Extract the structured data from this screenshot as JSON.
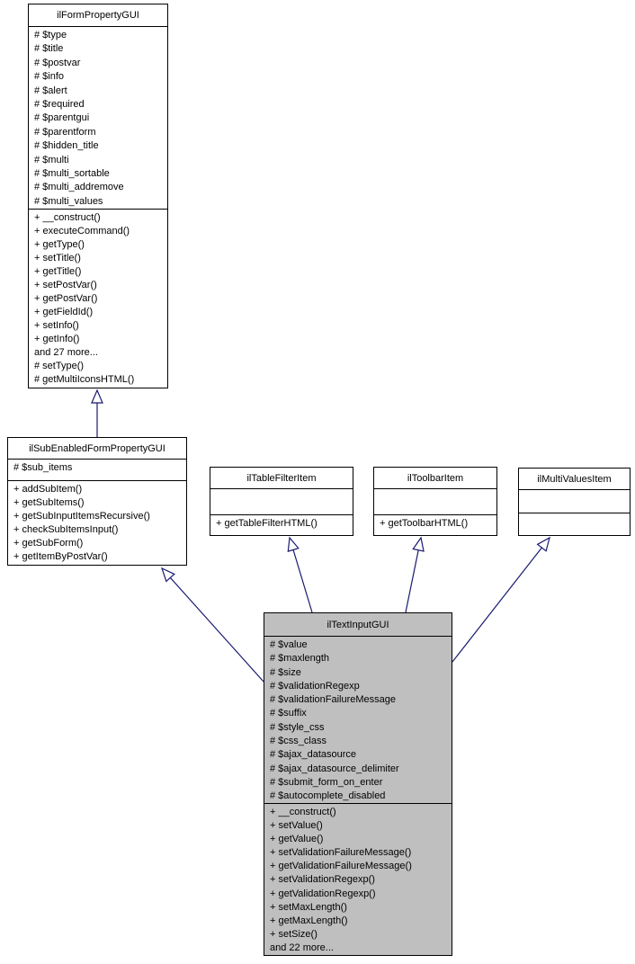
{
  "diagram": {
    "kind": "uml-class-inheritance-diagram",
    "classes": [
      {
        "name": "ilFormPropertyGUI",
        "attributes": [
          "# $type",
          "# $title",
          "# $postvar",
          "# $info",
          "# $alert",
          "# $required",
          "# $parentgui",
          "# $parentform",
          "# $hidden_title",
          "# $multi",
          "# $multi_sortable",
          "# $multi_addremove",
          "# $multi_values"
        ],
        "methods": [
          "+ __construct()",
          "+ executeCommand()",
          "+ getType()",
          "+ setTitle()",
          "+ getTitle()",
          "+ setPostVar()",
          "+ getPostVar()",
          "+ getFieldId()",
          "+ setInfo()",
          "+ getInfo()",
          "and 27 more...",
          "# setType()",
          "# getMultiIconsHTML()"
        ]
      },
      {
        "name": "ilSubEnabledFormPropertyGUI",
        "attributes": [
          "# $sub_items"
        ],
        "methods": [
          "+ addSubItem()",
          "+ getSubItems()",
          "+ getSubInputItemsRecursive()",
          "+ checkSubItemsInput()",
          "+ getSubForm()",
          "+ getItemByPostVar()"
        ]
      },
      {
        "name": "ilTableFilterItem",
        "attributes": [],
        "methods": [
          "+ getTableFilterHTML()"
        ]
      },
      {
        "name": "ilToolbarItem",
        "attributes": [],
        "methods": [
          "+ getToolbarHTML()"
        ]
      },
      {
        "name": "ilMultiValuesItem",
        "attributes": [],
        "methods": []
      },
      {
        "name": "ilTextInputGUI",
        "highlighted": true,
        "attributes": [
          "# $value",
          "# $maxlength",
          "# $size",
          "# $validationRegexp",
          "# $validationFailureMessage",
          "# $suffix",
          "# $style_css",
          "# $css_class",
          "# $ajax_datasource",
          "# $ajax_datasource_delimiter",
          "# $submit_form_on_enter",
          "# $autocomplete_disabled"
        ],
        "methods": [
          "+ __construct()",
          "+ setValue()",
          "+ getValue()",
          "+ setValidationFailureMessage()",
          "+ getValidationFailureMessage()",
          "+ setValidationRegexp()",
          "+ getValidationRegexp()",
          "+ setMaxLength()",
          "+ getMaxLength()",
          "+ setSize()",
          "and 22 more..."
        ]
      }
    ],
    "relations": [
      {
        "from": "ilSubEnabledFormPropertyGUI",
        "to": "ilFormPropertyGUI",
        "type": "inheritance"
      },
      {
        "from": "ilTextInputGUI",
        "to": "ilSubEnabledFormPropertyGUI",
        "type": "inheritance"
      },
      {
        "from": "ilTextInputGUI",
        "to": "ilTableFilterItem",
        "type": "inheritance"
      },
      {
        "from": "ilTextInputGUI",
        "to": "ilToolbarItem",
        "type": "inheritance"
      },
      {
        "from": "ilTextInputGUI",
        "to": "ilMultiValuesItem",
        "type": "inheritance"
      }
    ],
    "colors": {
      "arrow": "#191970",
      "highlight_fill": "#bfbfbf",
      "box_fill": "#ffffff",
      "box_border": "#000000",
      "text": "#000000",
      "background": "#ffffff"
    }
  }
}
